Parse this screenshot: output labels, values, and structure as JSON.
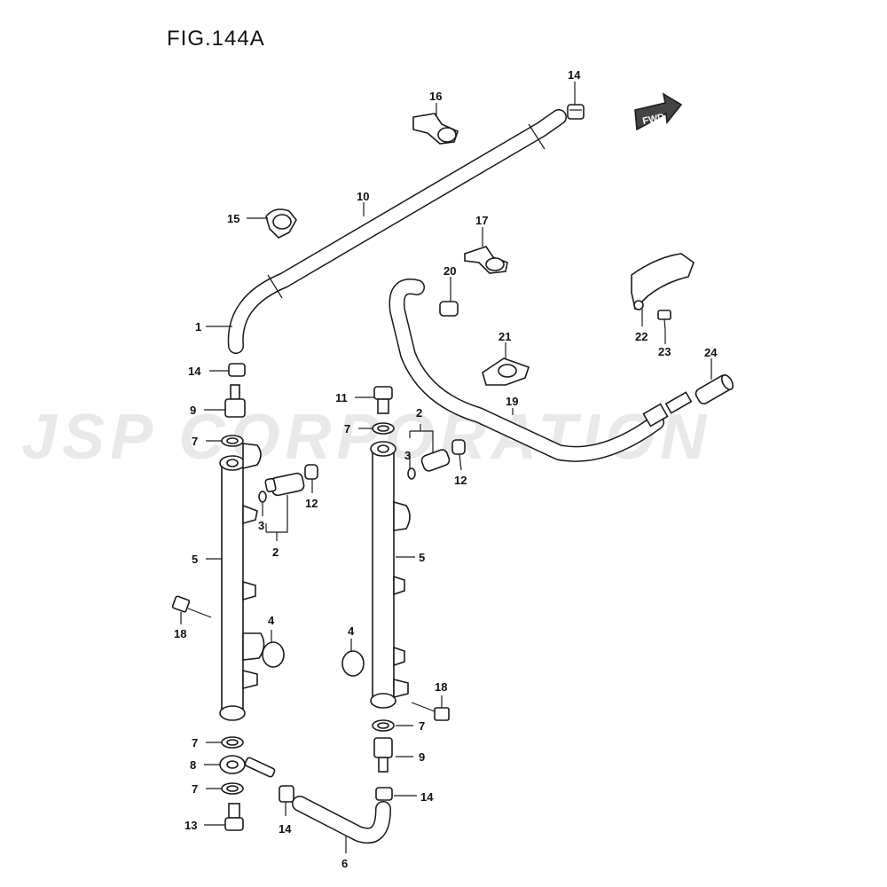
{
  "figure": {
    "title": "FIG.144A",
    "watermark": "JSP CORPORATION",
    "fwd_label": "FWD"
  },
  "callouts": {
    "c1": "1",
    "c2a": "2",
    "c2b": "2",
    "c3a": "3",
    "c3b": "3",
    "c4a": "4",
    "c4b": "4",
    "c5a": "5",
    "c5b": "5",
    "c6": "6",
    "c7a": "7",
    "c7b": "7",
    "c7c": "7",
    "c7d": "7",
    "c7e": "7",
    "c8": "8",
    "c9a": "9",
    "c9b": "9",
    "c10": "10",
    "c11": "11",
    "c12a": "12",
    "c12b": "12",
    "c13": "13",
    "c14a": "14",
    "c14b": "14",
    "c14c": "14",
    "c14d": "14",
    "c15": "15",
    "c16": "16",
    "c17": "17",
    "c18a": "18",
    "c18b": "18",
    "c19": "19",
    "c20": "20",
    "c21": "21",
    "c22": "22",
    "c23": "23",
    "c24": "24"
  },
  "colors": {
    "line": "#1a1a1a",
    "watermark": "#e9e9e9",
    "background": "#ffffff"
  }
}
